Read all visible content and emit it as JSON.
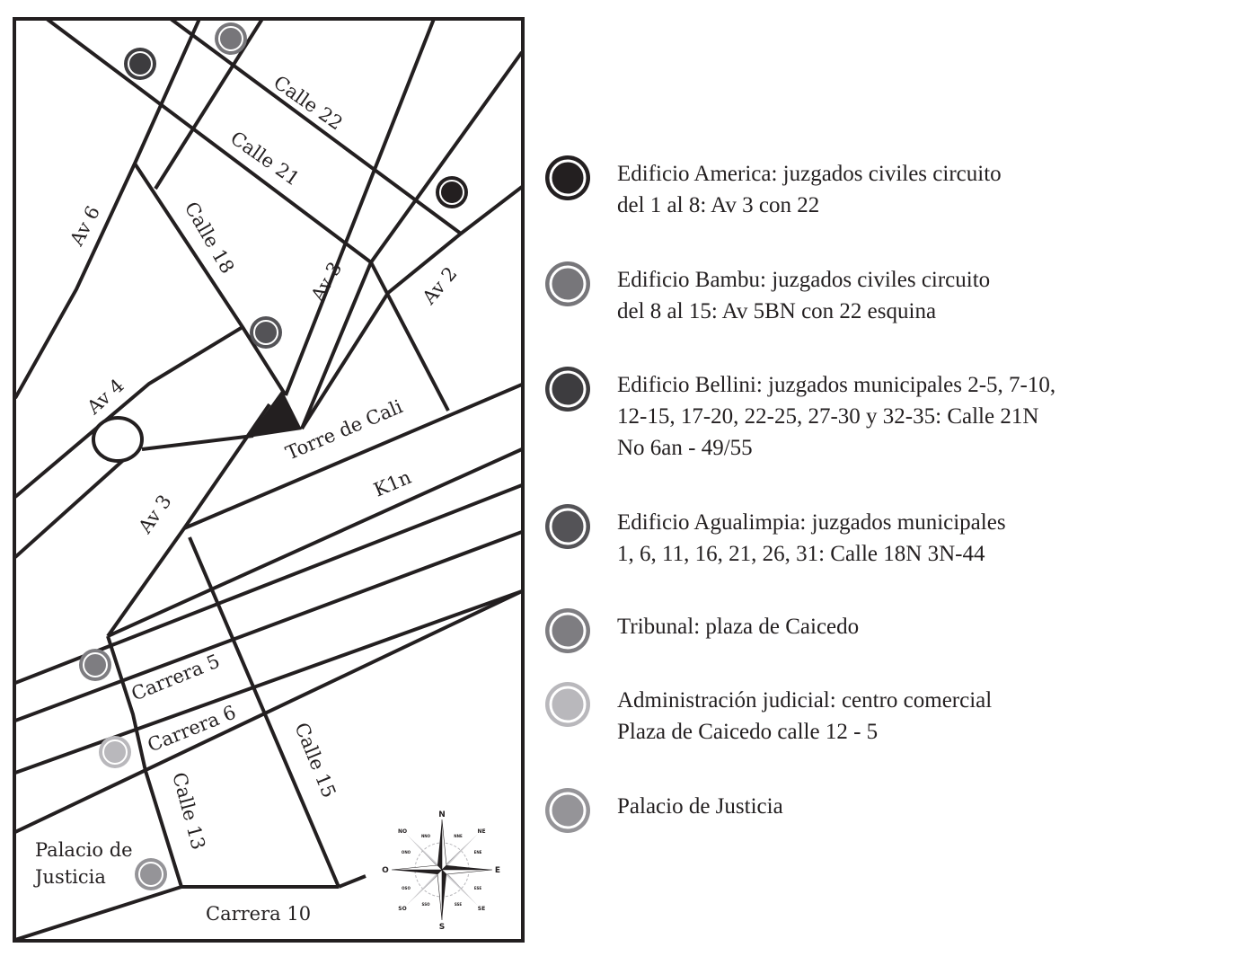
{
  "map": {
    "streets": {
      "calle_22": "Calle 22",
      "calle_21": "Calle 21",
      "calle_18": "Calle 18",
      "av_6": "Av 6",
      "av_3_upper": "Av 3",
      "av_2": "Av 2",
      "av_4": "Av 4",
      "torre_de_cali": "Torre de Cali",
      "k1n": "K1n",
      "av_3_lower": "Av 3",
      "carrera_5": "Carrera 5",
      "carrera_6": "Carrera 6",
      "calle_15": "Calle 15",
      "calle_13": "Calle 13",
      "carrera_10": "Carrera 10"
    },
    "place_label": {
      "line1": "Palacio de",
      "line2": "Justicia"
    },
    "compass": {
      "n": "N",
      "s": "S",
      "e": "E",
      "o": "O",
      "ne": "NE",
      "no": "NO",
      "se": "SE",
      "so": "SO",
      "nne": "NNE",
      "nno": "NNO",
      "ene": "ENE",
      "ono": "ONO",
      "ese": "ESE",
      "oso": "OSO",
      "sse": "SSE",
      "sso": "SSO"
    }
  },
  "colors": {
    "ink": "#231f20",
    "america": "#231f20",
    "bambu": "#77767a",
    "bellini": "#3d3c3f",
    "agualimpia": "#545357",
    "tribunal": "#7e7d81",
    "administracion": "#b9b8bc",
    "palacio": "#959498"
  },
  "legend": [
    {
      "id": "america",
      "lines": [
        "Edificio America: juzgados civiles circuito",
        "del 1 al 8: Av 3 con 22"
      ]
    },
    {
      "id": "bambu",
      "lines": [
        "Edificio Bambu: juzgados civiles circuito",
        "del 8 al 15: Av 5BN con 22 esquina"
      ]
    },
    {
      "id": "bellini",
      "lines": [
        "Edificio Bellini: juzgados municipales 2-5, 7-10,",
        "12-15, 17-20, 22-25, 27-30 y 32-35: Calle 21N",
        "No 6an - 49/55"
      ]
    },
    {
      "id": "agualimpia",
      "lines": [
        "Edificio Agualimpia: juzgados municipales",
        "1, 6, 11, 16, 21, 26, 31: Calle 18N 3N-44"
      ]
    },
    {
      "id": "tribunal",
      "lines": [
        "Tribunal: plaza de Caicedo"
      ]
    },
    {
      "id": "administracion",
      "lines": [
        "Administración judicial: centro comercial",
        "Plaza de Caicedo calle 12 - 5"
      ]
    },
    {
      "id": "palacio",
      "lines": [
        "Palacio de Justicia"
      ]
    }
  ]
}
